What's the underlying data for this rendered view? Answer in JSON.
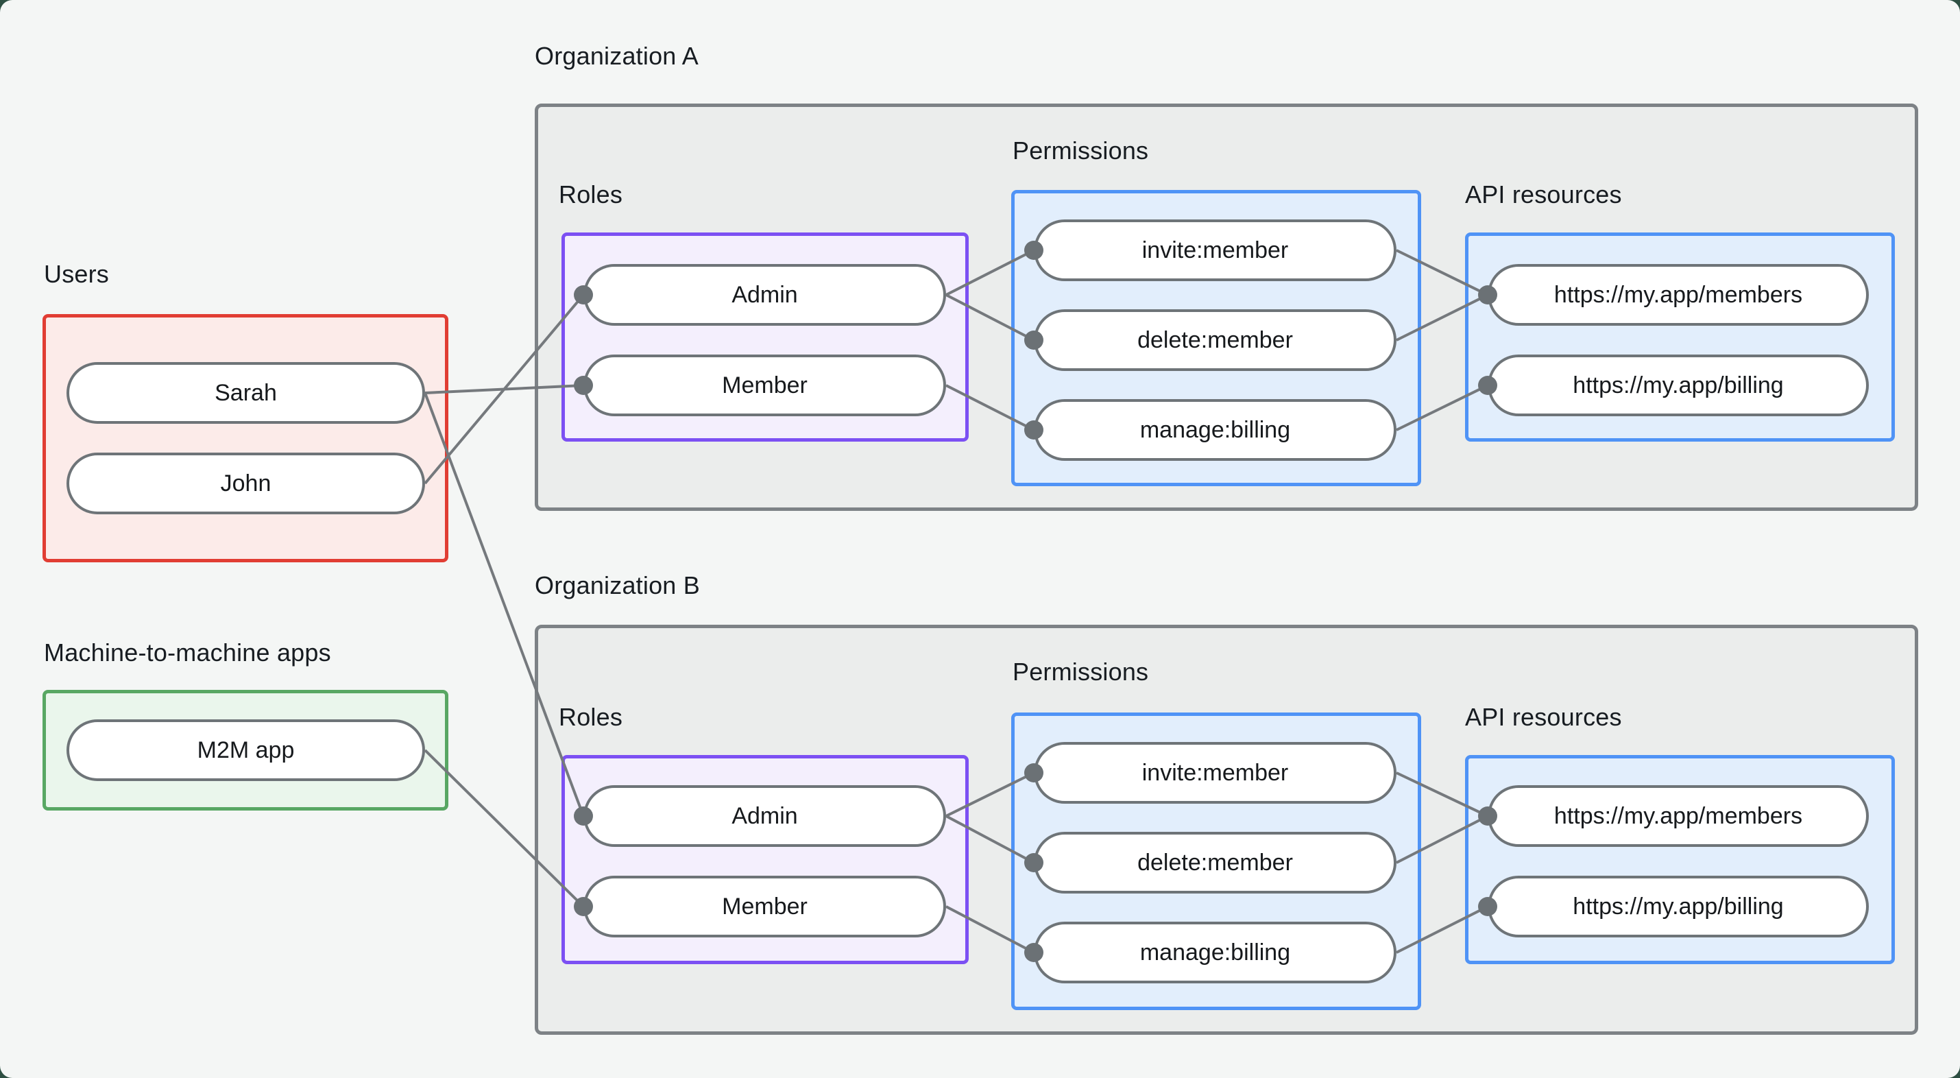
{
  "diagram": {
    "users_group": {
      "label": "Users",
      "items": [
        {
          "label": "Sarah"
        },
        {
          "label": "John"
        }
      ]
    },
    "m2m_group": {
      "label": "Machine-to-machine apps",
      "items": [
        {
          "label": "M2M app"
        }
      ]
    },
    "organizations": [
      {
        "title": "Organization A",
        "roles_label": "Roles",
        "permissions_label": "Permissions",
        "api_resources_label": "API resources",
        "roles": [
          {
            "label": "Admin"
          },
          {
            "label": "Member"
          }
        ],
        "permissions": [
          {
            "label": "invite:member"
          },
          {
            "label": "delete:member"
          },
          {
            "label": "manage:billing"
          }
        ],
        "api_resources": [
          {
            "label": "https://my.app/members"
          },
          {
            "label": "https://my.app/billing"
          }
        ]
      },
      {
        "title": "Organization B",
        "roles_label": "Roles",
        "permissions_label": "Permissions",
        "api_resources_label": "API resources",
        "roles": [
          {
            "label": "Admin"
          },
          {
            "label": "Member"
          }
        ],
        "permissions": [
          {
            "label": "invite:member"
          },
          {
            "label": "delete:member"
          },
          {
            "label": "manage:billing"
          }
        ],
        "api_resources": [
          {
            "label": "https://my.app/members"
          },
          {
            "label": "https://my.app/billing"
          }
        ]
      }
    ],
    "connections": [
      {
        "from": "users.sarah",
        "to": "org-a.role.member"
      },
      {
        "from": "users.sarah",
        "to": "org-b.role.admin"
      },
      {
        "from": "users.john",
        "to": "org-a.role.admin"
      },
      {
        "from": "m2m.m2m-app",
        "to": "org-b.role.member"
      },
      {
        "from": "org-a.role.admin",
        "to": "org-a.permission.invite:member"
      },
      {
        "from": "org-a.role.admin",
        "to": "org-a.permission.delete:member"
      },
      {
        "from": "org-a.role.member",
        "to": "org-a.permission.manage:billing"
      },
      {
        "from": "org-a.permission.invite:member",
        "to": "org-a.api.https://my.app/members"
      },
      {
        "from": "org-a.permission.delete:member",
        "to": "org-a.api.https://my.app/members"
      },
      {
        "from": "org-a.permission.manage:billing",
        "to": "org-a.api.https://my.app/billing"
      },
      {
        "from": "org-b.role.admin",
        "to": "org-b.permission.invite:member"
      },
      {
        "from": "org-b.role.admin",
        "to": "org-b.permission.delete:member"
      },
      {
        "from": "org-b.role.member",
        "to": "org-b.permission.manage:billing"
      },
      {
        "from": "org-b.permission.invite:member",
        "to": "org-b.api.https://my.app/members"
      },
      {
        "from": "org-b.permission.delete:member",
        "to": "org-b.api.https://my.app/members"
      },
      {
        "from": "org-b.permission.manage:billing",
        "to": "org-b.api.https://my.app/billing"
      }
    ],
    "colors": {
      "canvas_bg": "#f4f6f5",
      "backdrop": "#2e4f42",
      "org_fill": "#ebedec",
      "org_border": "#7d8286",
      "users_border": "#e13d33",
      "users_fill": "#fcebe9",
      "m2m_border": "#58a763",
      "m2m_fill": "#eaf6ec",
      "roles_border": "#7c50f3",
      "roles_fill": "#f4effd",
      "permissions_border": "#4f93f6",
      "permissions_fill": "#e2eefc",
      "wire": "#75797d",
      "dot": "#6b7175"
    }
  }
}
